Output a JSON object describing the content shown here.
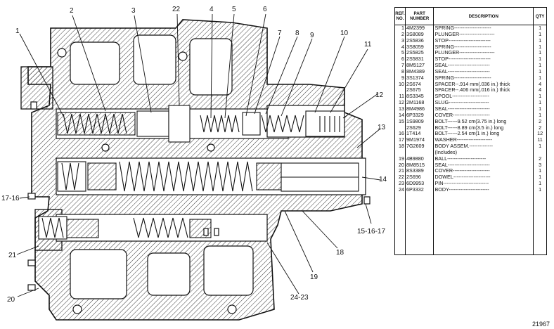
{
  "table": {
    "headers": {
      "ref": "REF. NO.",
      "part": "PART NUMBER",
      "desc": "DESCRIPTION",
      "qty": "QTY"
    },
    "rows": [
      {
        "ref": "1",
        "part": "4M2399",
        "desc": "SPRING----------------------",
        "qty": "1"
      },
      {
        "ref": "2",
        "part": "3S8089",
        "desc": "PLUNGER---------------------",
        "qty": "1"
      },
      {
        "ref": "3",
        "part": "2S5836",
        "desc": "STOP-------------------------",
        "qty": "1"
      },
      {
        "ref": "4",
        "part": "3S8059",
        "desc": "SPRING----------------------",
        "qty": "1"
      },
      {
        "ref": "5",
        "part": "2S5825",
        "desc": "PLUNGER---------------------",
        "qty": "1"
      },
      {
        "ref": "6",
        "part": "2S5831",
        "desc": "STOP-------------------------",
        "qty": "1"
      },
      {
        "ref": "7",
        "part": "8M5127",
        "desc": "SEAL-------------------------",
        "qty": "1"
      },
      {
        "ref": "8",
        "part": "8M4389",
        "desc": "SEAL-------------------------",
        "qty": "1"
      },
      {
        "ref": "9",
        "part": "3S1374",
        "desc": "SPRING----------------------",
        "qty": "1"
      },
      {
        "ref": "10",
        "part": "2S674",
        "desc": "SPACER--.914 mm(.036 in.) thick",
        "qty": "4"
      },
      {
        "ref": "",
        "part": "2S675",
        "desc": "SPACER--.406 mm(.016 in.) thick",
        "qty": "4"
      },
      {
        "ref": "11",
        "part": "8S3345",
        "desc": "SPOOL----------------------",
        "qty": "1"
      },
      {
        "ref": "12",
        "part": "2M1168",
        "desc": "SLUG------------------------",
        "qty": "1"
      },
      {
        "ref": "13",
        "part": "8M4986",
        "desc": "SEAL-------------------------",
        "qty": "1"
      },
      {
        "ref": "14",
        "part": "6P3329",
        "desc": "COVER----------------------",
        "qty": "1"
      },
      {
        "ref": "15",
        "part": "1S9809",
        "desc": "BOLT------9.52 cm(3.75 in.) long",
        "qty": "2"
      },
      {
        "ref": "",
        "part": "2S629",
        "desc": "BOLT------8.89 cm(3.5 in.) long",
        "qty": "2"
      },
      {
        "ref": "16",
        "part": "1T414",
        "desc": "BOLT------2.54 cm(1 in.) long",
        "qty": "12"
      },
      {
        "ref": "17",
        "part": "9M1974",
        "desc": "WASHER---------------------",
        "qty": "11"
      },
      {
        "ref": "18",
        "part": "7G2609",
        "desc": "BODY ASSEM.--------------",
        "qty": "1"
      },
      {
        "ref": "",
        "part": "",
        "desc": "(Includes)",
        "qty": ""
      },
      {
        "ref": "19",
        "part": "4B9880",
        "desc": "BALL-----------------------",
        "qty": "2"
      },
      {
        "ref": "20",
        "part": "8M8515",
        "desc": "SEAL-------------------------",
        "qty": "3"
      },
      {
        "ref": "21",
        "part": "8S3389",
        "desc": "COVER----------------------",
        "qty": "1"
      },
      {
        "ref": "22",
        "part": "2S696",
        "desc": "DOWEL----------------------",
        "qty": "1"
      },
      {
        "ref": "23",
        "part": "6D9953",
        "desc": "PIN---------------------------",
        "qty": "1"
      },
      {
        "ref": "24",
        "part": "6P3332",
        "desc": "BODY------------------------",
        "qty": "1"
      }
    ]
  },
  "callouts": [
    "1",
    "2",
    "3",
    "22",
    "4",
    "5",
    "6",
    "7",
    "8",
    "9",
    "10",
    "11",
    "12",
    "13",
    "14",
    "15-16-17",
    "18",
    "19",
    "24-23",
    "20",
    "21",
    "17-16"
  ],
  "drawing_number": "21967"
}
